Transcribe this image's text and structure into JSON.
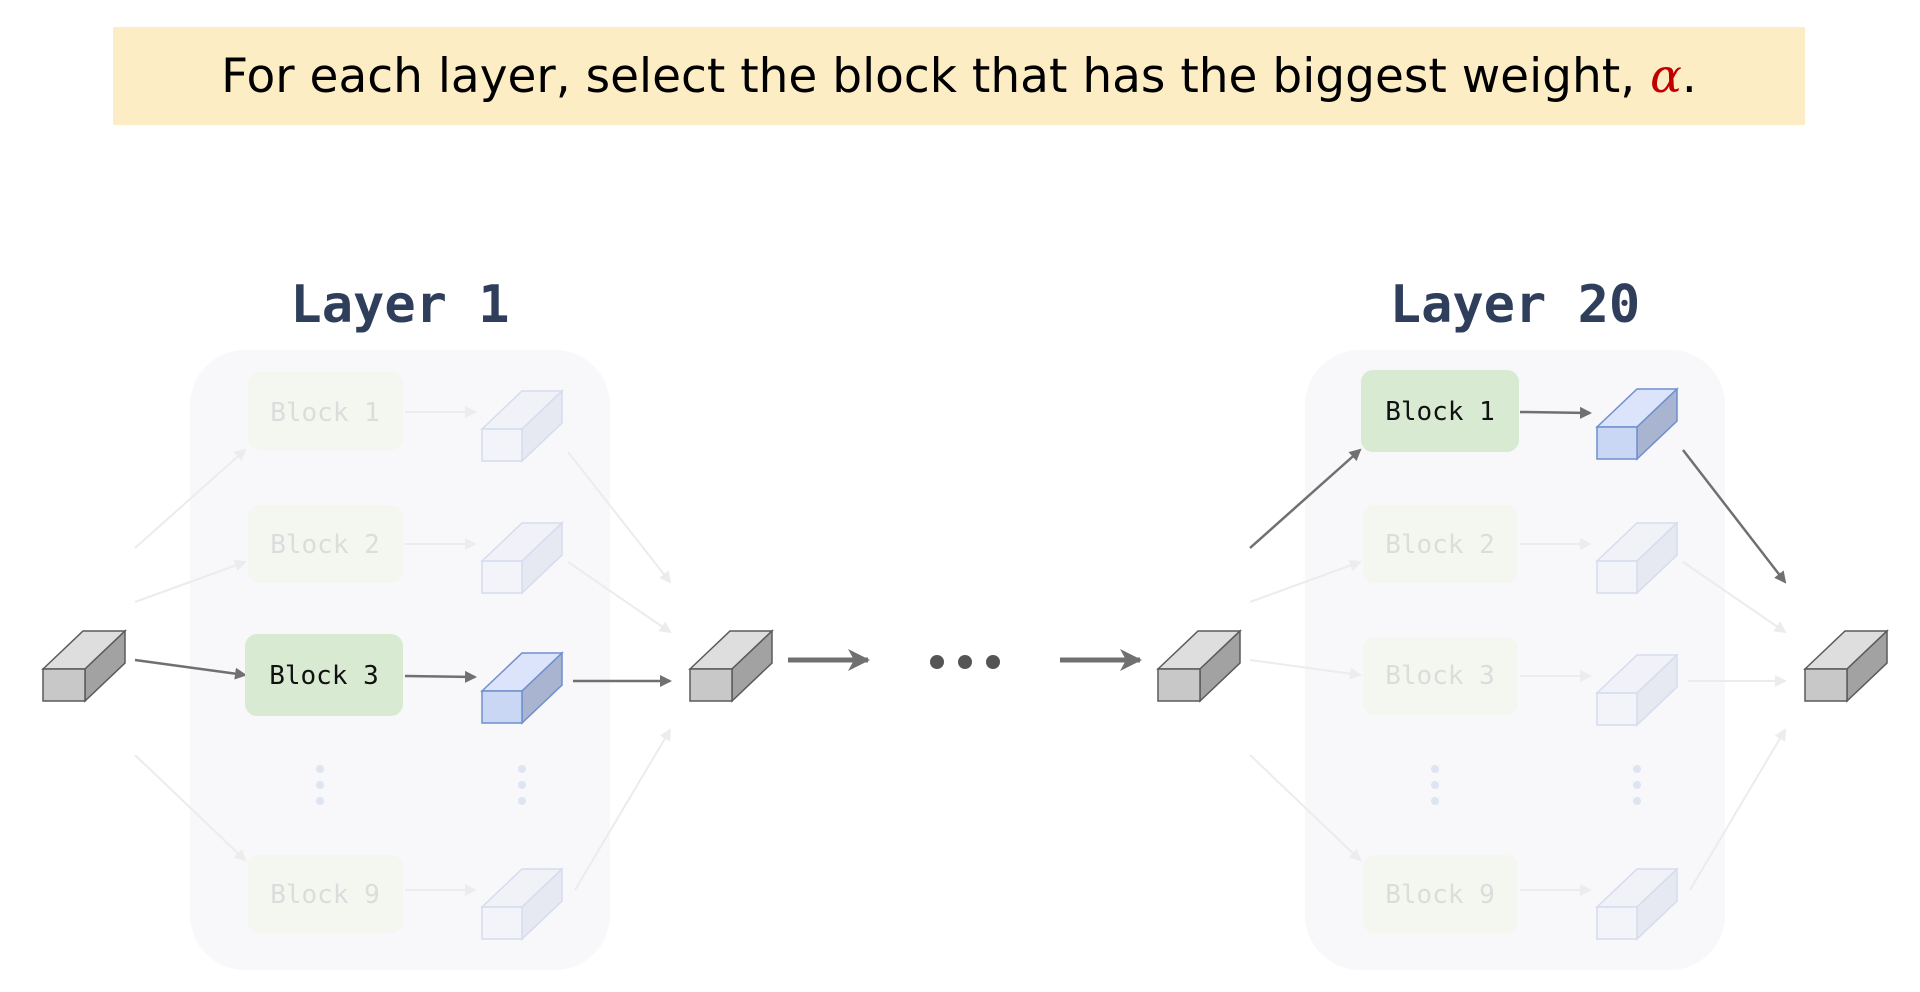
{
  "banner": {
    "text": "For each layer, select the block that has the biggest weight, ",
    "symbol": "α",
    "end": "."
  },
  "layers": [
    {
      "title": "Layer 1",
      "blocks": [
        "Block 1",
        "Block 2",
        "Block 3",
        "Block 9"
      ],
      "selected_block": "Block 3"
    },
    {
      "title": "Layer 20",
      "blocks": [
        "Block 1",
        "Block 2",
        "Block 3",
        "Block 9"
      ],
      "selected_block": "Block 1"
    }
  ],
  "colors": {
    "banner_bg": "#fdedc4",
    "alpha": "#c00000",
    "selected_block": "#d9ead3",
    "output_tensor": "#c9d7f4",
    "tensor_gray": "#c8c8c8",
    "title": "#2f3f5b",
    "arrow": "#707070"
  }
}
